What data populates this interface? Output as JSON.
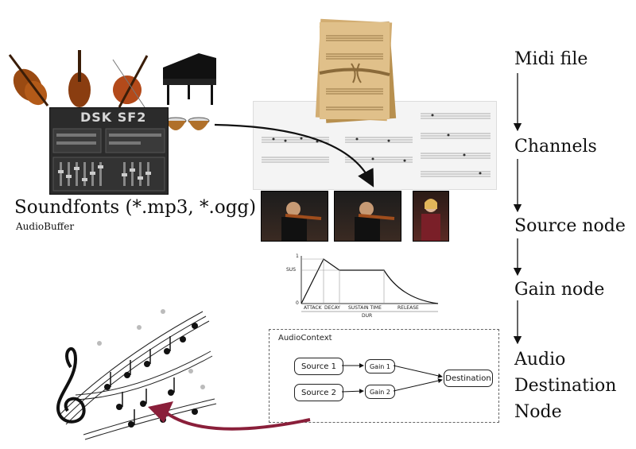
{
  "flow": {
    "step1": "Midi file",
    "step2": "Channels",
    "step3": "Source node",
    "step4": "Gain node",
    "step5_line1": "Audio",
    "step5_line2": "Destination",
    "step5_line3": "Node"
  },
  "soundfonts": {
    "title": "Soundfonts (*.mp3, *.ogg)",
    "subtitle": "AudioBuffer",
    "synth_title": "DSK SF2"
  },
  "envelope": {
    "y_top": "1",
    "y_sus": "SUS",
    "y_zero": "0",
    "attack": "ATTACK",
    "decay": "DECAY",
    "sustain_time": "SUSTAIN TIME",
    "release": "RELEASE",
    "dur": "DUR"
  },
  "audio_context": {
    "label": "AudioContext",
    "source1": "Source 1",
    "source2": "Source 2",
    "gain1": "Gain 1",
    "gain2": "Gain 2",
    "destination": "Destination"
  },
  "colors": {
    "arrow_black": "#111111",
    "arrow_red": "#8a1f3a",
    "parchment": "#c9a36a"
  }
}
